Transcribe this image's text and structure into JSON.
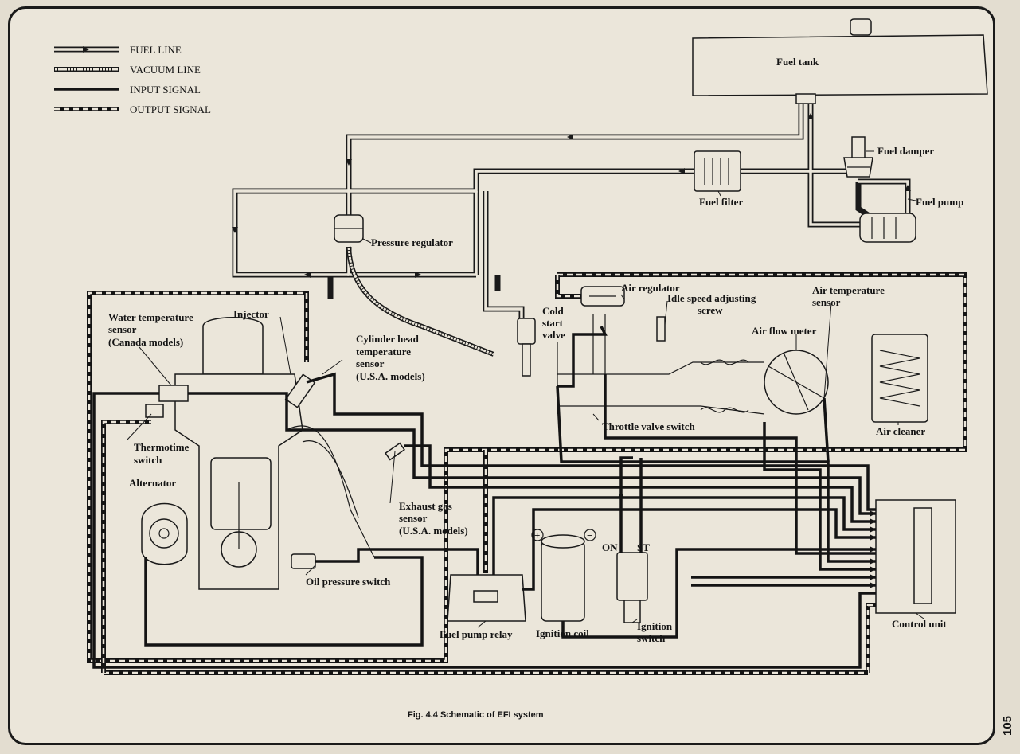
{
  "legend": {
    "fuel_line": "FUEL LINE",
    "vacuum_line": "VACUUM LINE",
    "input_signal": "INPUT SIGNAL",
    "output_signal": "OUTPUT SIGNAL"
  },
  "labels": {
    "fuel_tank": "Fuel tank",
    "fuel_damper": "Fuel damper",
    "fuel_pump": "Fuel pump",
    "fuel_filter": "Fuel filter",
    "pressure_regulator": "Pressure regulator",
    "air_regulator": "Air regulator",
    "idle_speed_1": "Idle speed adjusting",
    "idle_speed_2": "screw",
    "air_temp_1": "Air temperature",
    "air_temp_2": "sensor",
    "cold_start_1": "Cold",
    "cold_start_2": "start",
    "cold_start_3": "valve",
    "air_flow_meter": "Air flow meter",
    "water_temp_1": "Water temperature",
    "water_temp_2": "sensor",
    "water_temp_3": "(Canada models)",
    "injector": "Injector",
    "cyl_head_1": "Cylinder head",
    "cyl_head_2": "temperature",
    "cyl_head_3": "sensor",
    "cyl_head_4": "(U.S.A. models)",
    "throttle_valve_switch": "Throttle valve switch",
    "air_cleaner": "Air cleaner",
    "thermotime_1": "Thermotime",
    "thermotime_2": "switch",
    "alternator": "Alternator",
    "exhaust_1": "Exhaust gas",
    "exhaust_2": "sensor",
    "exhaust_3": "(U.S.A. models)",
    "on": "ON",
    "st": "ST",
    "plus": "+",
    "minus": "−",
    "control_unit": "Control unit",
    "oil_pressure_switch": "Oil pressure switch",
    "fuel_pump_relay": "Fuel pump relay",
    "ignition_coil": "Ignition coil",
    "ignition_switch_1": "Ignition",
    "ignition_switch_2": "switch"
  },
  "caption": "Fig. 4.4 Schematic of EFI system",
  "page_number": "105"
}
